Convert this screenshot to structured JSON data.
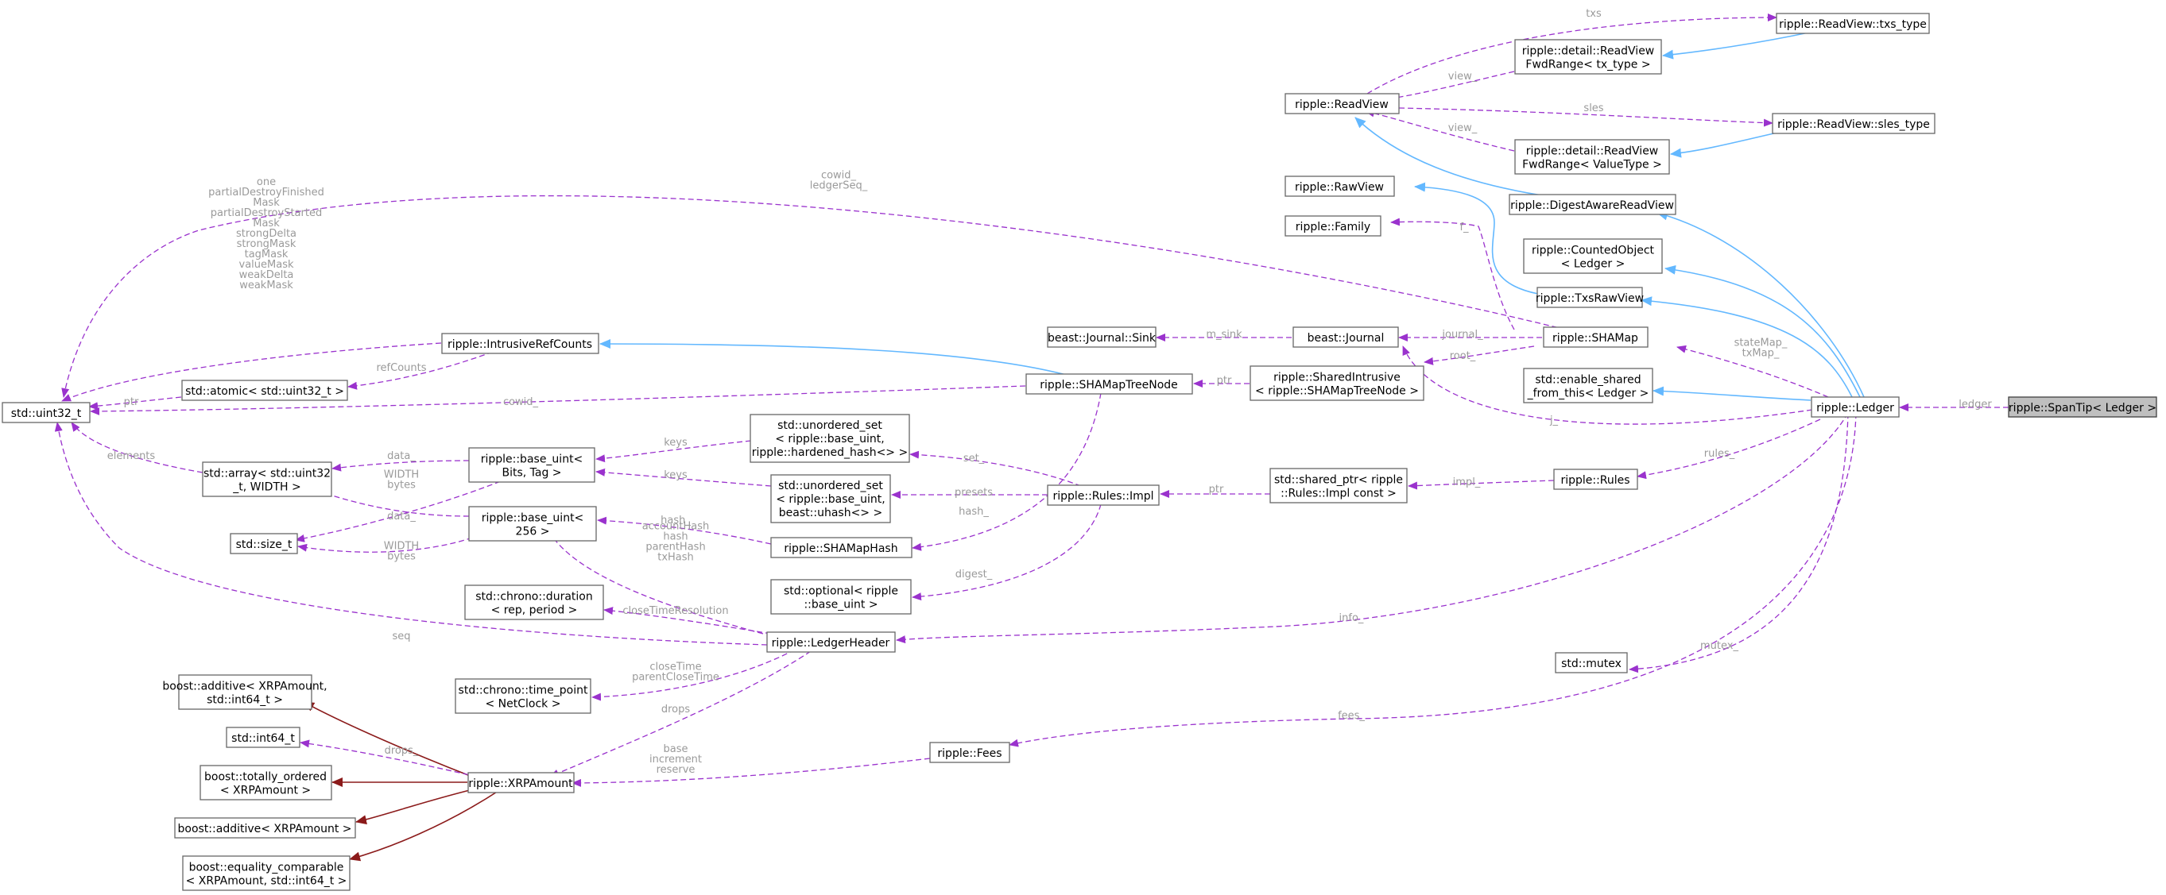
{
  "colors": {
    "uses_edge": "#9a32cd",
    "inherit_edge": "#63b8ff",
    "template_edge": "#8b1a1a",
    "highlight_fill": "#bfbfbf"
  },
  "nodes": {
    "spantip": [
      "ripple::SpanTip< Ledger >"
    ],
    "ledger": [
      "ripple::Ledger"
    ],
    "readview_txs": [
      "ripple::ReadView::txs_type"
    ],
    "fwd_tx": [
      "ripple::detail::ReadView",
      "FwdRange< tx_type >"
    ],
    "readview": [
      "ripple::ReadView"
    ],
    "readview_sles": [
      "ripple::ReadView::sles_type"
    ],
    "fwd_val": [
      "ripple::detail::ReadView",
      "FwdRange< ValueType >"
    ],
    "rawview": [
      "ripple::RawView"
    ],
    "digest": [
      "ripple::DigestAwareReadView"
    ],
    "family": [
      "ripple::Family"
    ],
    "counted": [
      "ripple::CountedObject",
      "< Ledger >"
    ],
    "txsraw": [
      "ripple::TxsRawView"
    ],
    "sink": [
      "beast::Journal::Sink"
    ],
    "journal": [
      "beast::Journal"
    ],
    "shamap": [
      "ripple::SHAMap"
    ],
    "intrusive": [
      "ripple::IntrusiveRefCounts"
    ],
    "atomic": [
      "std::atomic< std::uint32_t >"
    ],
    "uint32": [
      "std::uint32_t"
    ],
    "treenode": [
      "ripple::SHAMapTreeNode"
    ],
    "sharedintr": [
      "ripple::SharedIntrusive",
      "< ripple::SHAMapTreeNode >"
    ],
    "enableshared": [
      "std::enable_shared",
      "_from_this< Ledger >"
    ],
    "uset_hh": [
      "std::unordered_set",
      "< ripple::base_uint,",
      "ripple::hardened_hash<> >"
    ],
    "baseuint_bt": [
      "ripple::base_uint<",
      "Bits, Tag >"
    ],
    "array": [
      "std::array< std::uint32",
      "_t, WIDTH >"
    ],
    "uset_beast": [
      "std::unordered_set",
      "< ripple::base_uint,",
      "beast::uhash<> >"
    ],
    "rulesimpl": [
      "ripple::Rules::Impl"
    ],
    "sharedptr": [
      "std::shared_ptr< ripple",
      "::Rules::Impl const >"
    ],
    "rules": [
      "ripple::Rules"
    ],
    "sizet": [
      "std::size_t"
    ],
    "baseuint256": [
      "ripple::base_uint<",
      "256 >"
    ],
    "shamaphash": [
      "ripple::SHAMapHash"
    ],
    "optional": [
      "std::optional< ripple",
      "::base_uint >"
    ],
    "duration": [
      "std::chrono::duration",
      "< rep, period >"
    ],
    "ledgerheader": [
      "ripple::LedgerHeader"
    ],
    "mutex": [
      "std::mutex"
    ],
    "boost_add_i64": [
      "boost::additive< XRPAmount,",
      "std::int64_t >"
    ],
    "timepoint": [
      "std::chrono::time_point",
      "< NetClock >"
    ],
    "int64": [
      "std::int64_t"
    ],
    "fees": [
      "ripple::Fees"
    ],
    "totally": [
      "boost::totally_ordered",
      "< XRPAmount >"
    ],
    "xrpamount": [
      "ripple::XRPAmount"
    ],
    "boost_add": [
      "boost::additive< XRPAmount >"
    ],
    "equality": [
      "boost::equality_comparable",
      "< XRPAmount, std::int64_t >"
    ]
  },
  "edge_labels": {
    "ledger": [
      "ledger"
    ],
    "txs": [
      "txs"
    ],
    "view_tx": [
      "view_"
    ],
    "sles": [
      "sles"
    ],
    "view_val": [
      "view_"
    ],
    "cowid_seq": [
      "cowid_",
      "ledgerSeq_"
    ],
    "intrusive_masks": [
      "one",
      "partialDestroyFinished",
      "Mask",
      "partialDestroyStarted",
      "Mask",
      "strongDelta",
      "strongMask",
      "tagMask",
      "valueMask",
      "weakDelta",
      "weakMask"
    ],
    "refcounts": [
      "refCounts"
    ],
    "ptr_atomic": [
      "ptr"
    ],
    "cowid": [
      "cowid_"
    ],
    "elements": [
      "elements"
    ],
    "seq": [
      "seq"
    ],
    "f": [
      "f_"
    ],
    "m_sink": [
      "m_sink"
    ],
    "journal": [
      "journal_"
    ],
    "root": [
      "root_"
    ],
    "ptr_sharedintr": [
      "ptr"
    ],
    "statemap": [
      "stateMap_",
      "txMap_"
    ],
    "j": [
      "j_"
    ],
    "keys_hh": [
      "keys"
    ],
    "keys_beast": [
      "keys"
    ],
    "data_bt": [
      "data_"
    ],
    "width_bt": [
      "WIDTH",
      "bytes"
    ],
    "data_256": [
      "data_"
    ],
    "width_256": [
      "WIDTH",
      "bytes"
    ],
    "set": [
      "set_"
    ],
    "presets": [
      "presets"
    ],
    "hash_sm": [
      "hash_"
    ],
    "hash_256": [
      "hash_"
    ],
    "digest": [
      "digest_"
    ],
    "ptr_impl": [
      "ptr"
    ],
    "impl": [
      "impl_"
    ],
    "rules": [
      "rules_"
    ],
    "accounthash": [
      "accountHash",
      "hash",
      "parentHash",
      "txHash"
    ],
    "closeres": [
      "closeTimeResolution"
    ],
    "info": [
      "info_"
    ],
    "closetime": [
      "closeTime",
      "parentCloseTime"
    ],
    "drops_lh": [
      "drops"
    ],
    "mutex": [
      "mutex_"
    ],
    "drops_i64": [
      "drops_"
    ],
    "fees": [
      "fees_"
    ],
    "base": [
      "base",
      "increment",
      "reserve"
    ]
  }
}
